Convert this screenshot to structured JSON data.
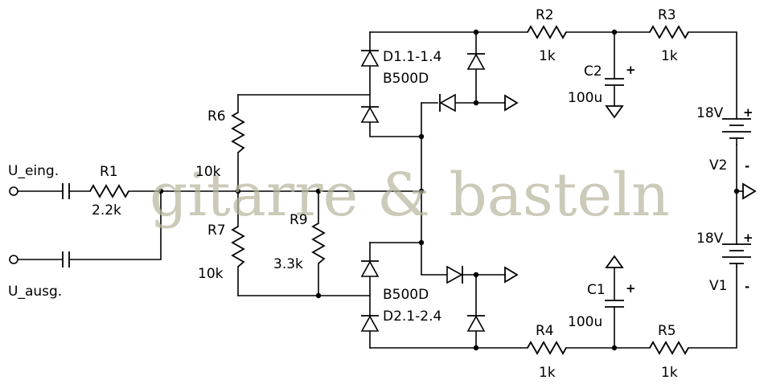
{
  "labels": {
    "u_eing": "U_eing.",
    "u_ausg": "U_ausg.",
    "r1": "R1",
    "r1_val": "2.2k",
    "r6": "R6",
    "r6_val": "10k",
    "r7": "R7",
    "r7_val": "10k",
    "r9": "R9",
    "r9_val": "3.3k",
    "d1": "D1.1-1.4",
    "d1_type": "B500D",
    "d2": "D2.1-2.4",
    "d2_type": "B500D",
    "r2": "R2",
    "r2_val": "1k",
    "r3": "R3",
    "r3_val": "1k",
    "r4": "R4",
    "r4_val": "1k",
    "r5": "R5",
    "r5_val": "1k",
    "c1": "C1",
    "c1_val": "100u",
    "c2": "C2",
    "c2_val": "100u",
    "v1": "V1",
    "v1_val": "18V",
    "v2": "V2",
    "v2_val": "18V",
    "plus": "+",
    "minus": "-",
    "watermark": "gitarre & basteln"
  }
}
